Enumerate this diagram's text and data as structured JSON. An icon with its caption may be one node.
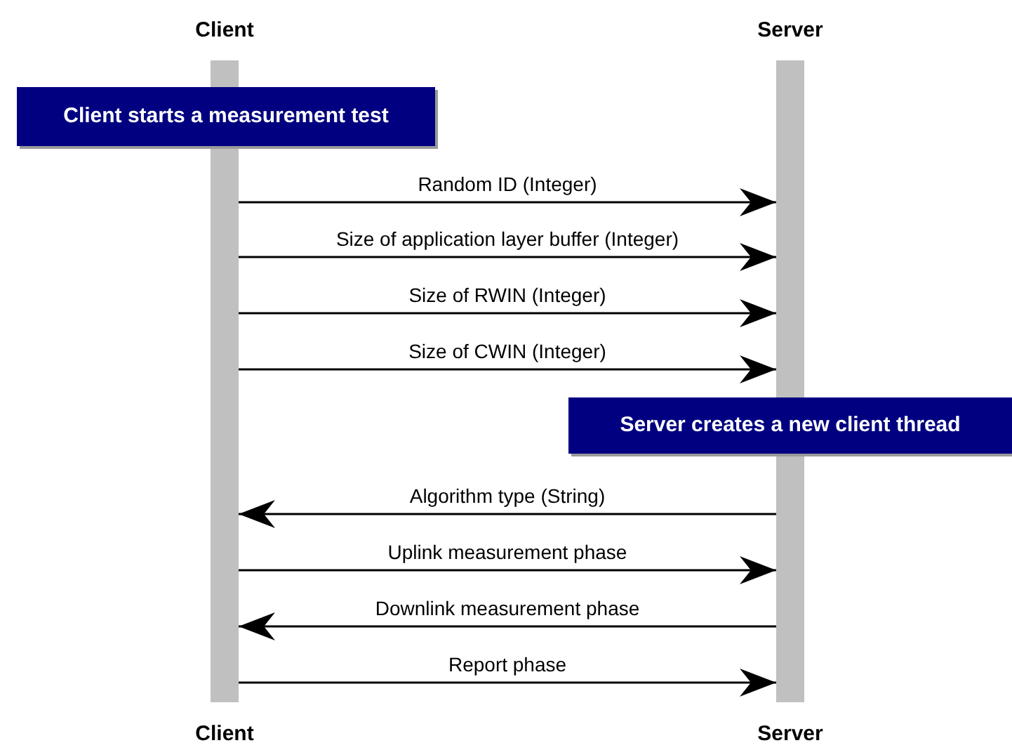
{
  "diagram": {
    "nodes": [
      {
        "text": [
          "Client",
          "Client"
        ]
      },
      {
        "text": [
          "Server",
          "Server"
        ]
      },
      {
        "text": [
          "Client starts a measurement test"
        ]
      },
      {
        "text": [
          "Server creates a new client thread"
        ]
      }
    ],
    "edges": [
      {
        "from": 0,
        "to": 1,
        "arrow": "to",
        "label": "Random ID (Integer)"
      },
      {
        "from": 0,
        "to": 1,
        "arrow": "to",
        "label": "Size of application layer buffer (Integer)"
      },
      {
        "from": 0,
        "to": 1,
        "arrow": "to",
        "label": "Size of RWIN (Integer)"
      },
      {
        "from": 0,
        "to": 1,
        "arrow": "to",
        "label": "Size of CWIN (Integer)"
      },
      {
        "from": 1,
        "to": 0,
        "arrow": "to",
        "label": "Algorithm type (String)"
      },
      {
        "from": 0,
        "to": 1,
        "arrow": "to",
        "label": "Uplink measurement phase"
      },
      {
        "from": 1,
        "to": 0,
        "arrow": "to",
        "label": "Downlink measurement phase"
      },
      {
        "from": 0,
        "to": 1,
        "arrow": "to",
        "label": "Report phase"
      }
    ]
  }
}
